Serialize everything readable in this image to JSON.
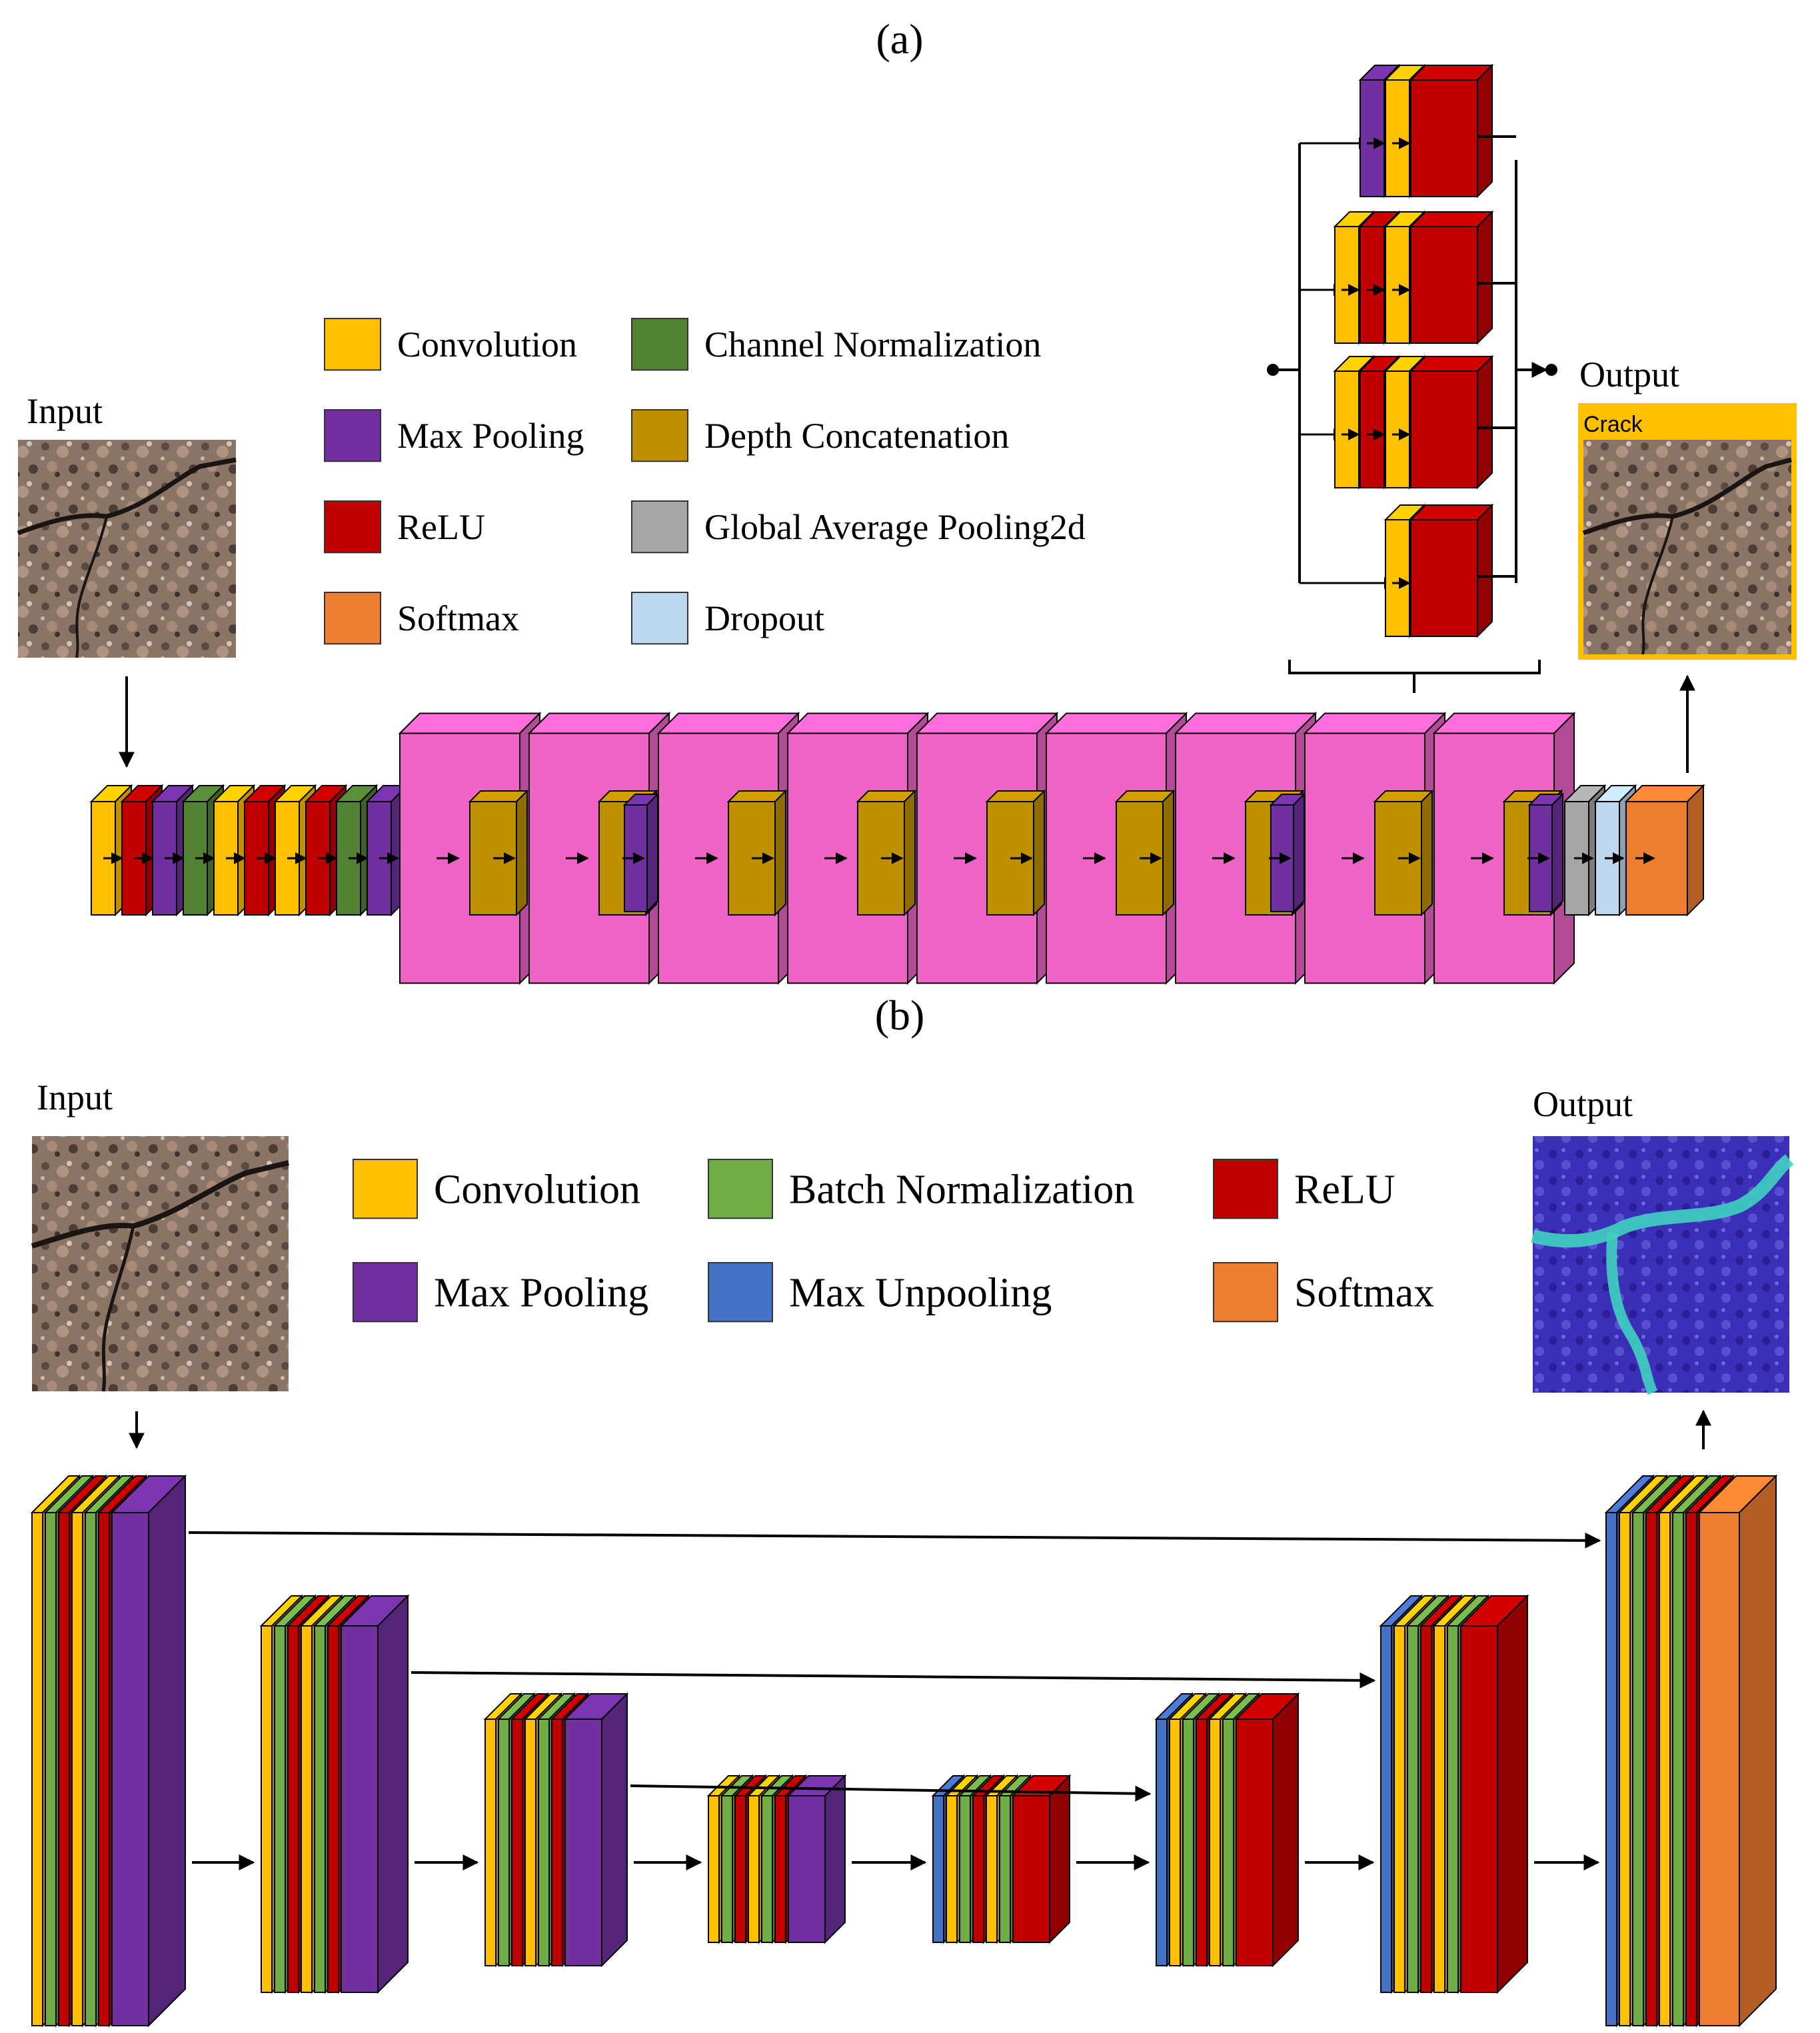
{
  "panel_a": {
    "label": "(a)",
    "input_label": "Input",
    "output_label": "Output",
    "output_class": "Crack",
    "legend": [
      {
        "label": "Convolution",
        "color": "#FFC000"
      },
      {
        "label": "Max Pooling",
        "color": "#7030A0"
      },
      {
        "label": "ReLU",
        "color": "#C00000"
      },
      {
        "label": "Softmax",
        "color": "#ED7D31"
      },
      {
        "label": "Channel Normalization",
        "color": "#548235"
      },
      {
        "label": "Depth Concatenation",
        "color": "#BF9000"
      },
      {
        "label": "Global Average Pooling2d",
        "color": "#A6A6A6"
      },
      {
        "label": "Dropout",
        "color": "#BDD7EE"
      }
    ],
    "stem_layers": [
      "#FFC000",
      "#C00000",
      "#7030A0",
      "#548235",
      "#FFC000",
      "#C00000",
      "#FFC000",
      "#C00000",
      "#548235",
      "#7030A0"
    ],
    "inception_color": "#F064C8",
    "inception_modules": [
      {
        "inner": [
          "#BF9000"
        ]
      },
      {
        "inner": [
          "#BF9000",
          "#7030A0"
        ]
      },
      {
        "inner": [
          "#BF9000"
        ]
      },
      {
        "inner": [
          "#BF9000"
        ]
      },
      {
        "inner": [
          "#BF9000"
        ]
      },
      {
        "inner": [
          "#BF9000"
        ]
      },
      {
        "inner": [
          "#BF9000",
          "#7030A0"
        ]
      },
      {
        "inner": [
          "#BF9000"
        ]
      },
      {
        "inner": [
          "#BF9000",
          "#7030A0"
        ]
      }
    ],
    "tail_layers": [
      "#A6A6A6",
      "#BDD7EE",
      "#ED7D31"
    ],
    "branches": [
      [
        "#7030A0",
        "#FFC000",
        "#C00000"
      ],
      [
        "#FFC000",
        "#C00000",
        "#FFC000",
        "#C00000"
      ],
      [
        "#FFC000",
        "#C00000",
        "#FFC000",
        "#C00000"
      ],
      [
        "#FFC000",
        "#C00000"
      ]
    ]
  },
  "panel_b": {
    "label": "(b)",
    "input_label": "Input",
    "output_label": "Output",
    "legend": [
      {
        "label": "Convolution",
        "color": "#FFC000"
      },
      {
        "label": "Max Pooling",
        "color": "#7030A0"
      },
      {
        "label": "Batch Normalization",
        "color": "#70AD47"
      },
      {
        "label": "Max Unpooling",
        "color": "#4472C4"
      },
      {
        "label": "ReLU",
        "color": "#C00000"
      },
      {
        "label": "Softmax",
        "color": "#ED7D31"
      }
    ],
    "blocks": [
      [
        "#FFC000",
        "#70AD47",
        "#C00000",
        "#FFC000",
        "#70AD47",
        "#C00000",
        "#7030A0"
      ],
      [
        "#FFC000",
        "#70AD47",
        "#C00000",
        "#FFC000",
        "#70AD47",
        "#C00000",
        "#7030A0"
      ],
      [
        "#FFC000",
        "#70AD47",
        "#C00000",
        "#FFC000",
        "#70AD47",
        "#C00000",
        "#7030A0"
      ],
      [
        "#FFC000",
        "#70AD47",
        "#C00000",
        "#FFC000",
        "#70AD47",
        "#C00000",
        "#7030A0"
      ],
      [
        "#4472C4",
        "#FFC000",
        "#70AD47",
        "#C00000",
        "#FFC000",
        "#70AD47",
        "#C00000"
      ],
      [
        "#4472C4",
        "#FFC000",
        "#70AD47",
        "#C00000",
        "#FFC000",
        "#70AD47",
        "#C00000"
      ],
      [
        "#4472C4",
        "#FFC000",
        "#70AD47",
        "#C00000",
        "#FFC000",
        "#70AD47",
        "#C00000"
      ],
      [
        "#4472C4",
        "#FFC000",
        "#70AD47",
        "#C00000",
        "#FFC000",
        "#70AD47",
        "#C00000",
        "#ED7D31"
      ]
    ]
  }
}
